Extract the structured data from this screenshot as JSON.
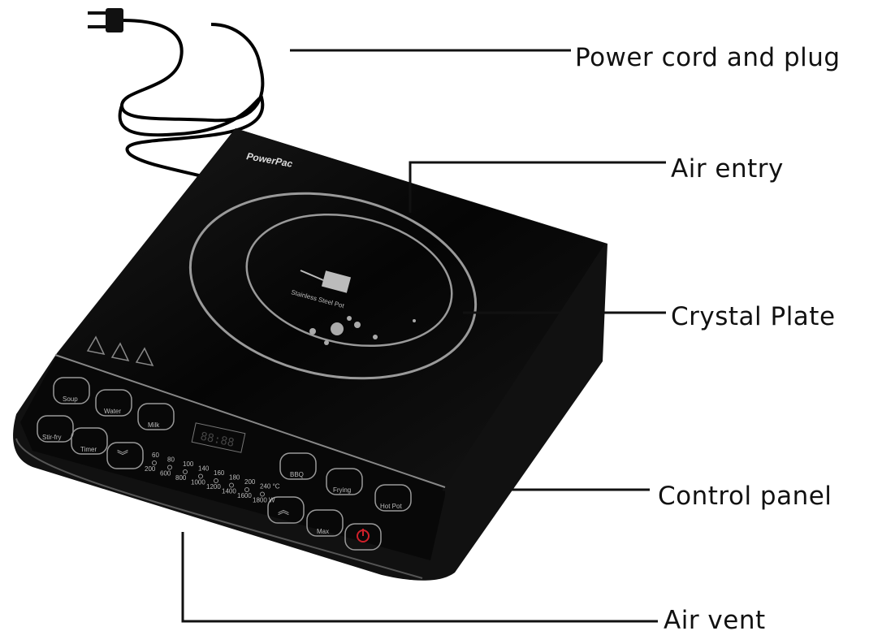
{
  "labels": {
    "power_cord": "Power cord and plug",
    "air_entry": "Air entry",
    "crystal_plate": "Crystal Plate",
    "control_panel": "Control panel",
    "air_vent": "Air vent"
  },
  "device": {
    "brand": "PowerPac",
    "pot_label": "Stainless Steel Pot",
    "display": "88:88",
    "buttons": [
      "Soup",
      "Water",
      "Milk",
      "Stir-fry",
      "Timer",
      "BBQ",
      "Frying",
      "Hot Pot",
      "Max"
    ],
    "temps": [
      "60",
      "80",
      "100",
      "140",
      "160",
      "180",
      "200",
      "240 °C"
    ],
    "watts": [
      "200",
      "600",
      "800",
      "1000",
      "1200",
      "1400",
      "1600",
      "1800 W"
    ]
  },
  "colors": {
    "body": "#0b0b0b",
    "ring": "#9a9a9a",
    "power": "#d0202a",
    "leader": "#111111"
  }
}
